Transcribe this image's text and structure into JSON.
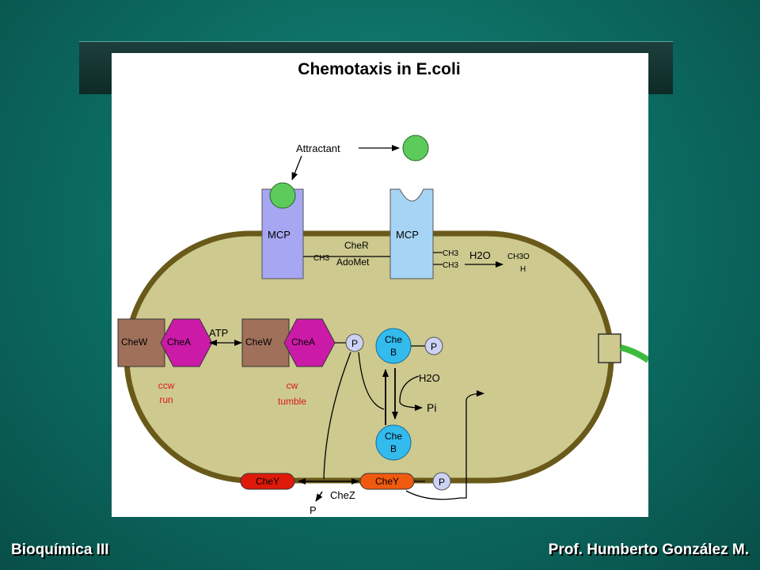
{
  "slide": {
    "course": "Bioquímica III",
    "author": "Prof. Humberto González M."
  },
  "diagram": {
    "title": "Chemotaxis in E.coli",
    "attractant_label": "Attractant",
    "mcp_label": "MCP",
    "cher_label": "CheR",
    "adomet_label": "AdoMet",
    "ch3_label": "CH3",
    "h2o_label": "H2O",
    "ch3oh_line1": "CH3O",
    "ch3oh_line2": "H",
    "chew_label": "CheW",
    "chea_label": "CheA",
    "atp_label": "ATP",
    "p_label": "P",
    "cheb_line1": "Che",
    "cheb_line2": "B",
    "pi_label": "Pi",
    "ccw_label": "ccw",
    "run_label": "run",
    "cw_label": "cw",
    "tumble_label": "tumble",
    "chey_label": "CheY",
    "chez_label": "CheZ",
    "colors": {
      "cytoplasm": "#cdc98f",
      "membrane": "#6a5a1a",
      "ligand": "#5ccb5c",
      "mcp_occupied": "#a6a6f2",
      "mcp_free": "#a6d4f5",
      "chew": "#a0705a",
      "chea": "#cc1aa8",
      "cheb": "#33bbee",
      "chey_red": "#e01a0a",
      "chey_orange": "#f05a0f",
      "phosphate": "#cdd2f5",
      "switch_label": "#dd1a1a",
      "flagellum": "#3dbb3d"
    }
  }
}
